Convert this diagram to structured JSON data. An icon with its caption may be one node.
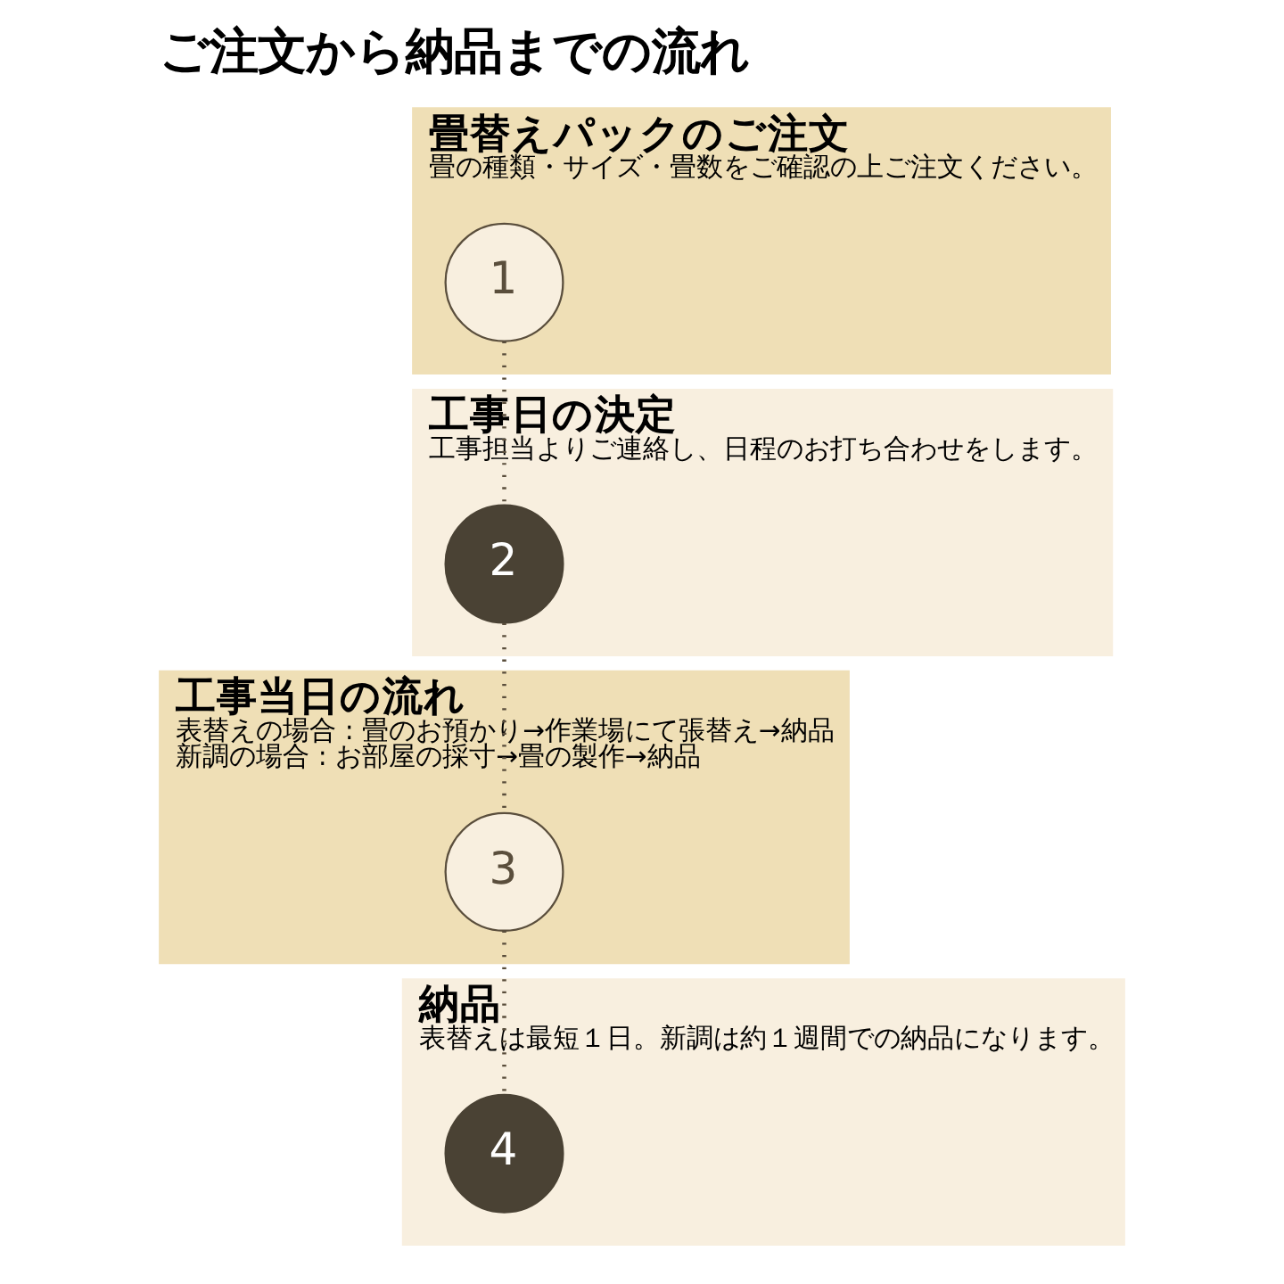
{
  "diagram": {
    "title": "ご注文から納品までの流れ",
    "nodes": [
      {
        "text": [
          "畳替えパックのご注文",
          "畳の種類・サイズ・畳数をご確認の上ご注文ください。"
        ]
      },
      {
        "text": [
          "1"
        ],
        "in": 0
      },
      {
        "text": [
          "工事日の決定",
          "工事担当よりご連絡し、日程のお打ち合わせをします。"
        ]
      },
      {
        "text": [
          "2"
        ],
        "in": 2
      },
      {
        "text": [
          "工事当日の流れ",
          "表替えの場合 : 畳のお預かり→作業場にて張替え→納品",
          "新調の場合 : お部屋の採寸→畳の製作→納品"
        ]
      },
      {
        "text": [
          "3"
        ],
        "in": 4
      },
      {
        "text": [
          "納品",
          "表替えは最短１日。新調は約１週間での納品になります。"
        ]
      },
      {
        "text": [
          "4"
        ],
        "in": 6
      }
    ],
    "edges": [
      {
        "from": 1,
        "to": 3,
        "arrow": "none",
        "style": "dashed"
      },
      {
        "from": 3,
        "to": 5,
        "arrow": "none",
        "style": "dashed"
      },
      {
        "from": 5,
        "to": 7,
        "arrow": "none",
        "style": "dashed"
      }
    ]
  }
}
